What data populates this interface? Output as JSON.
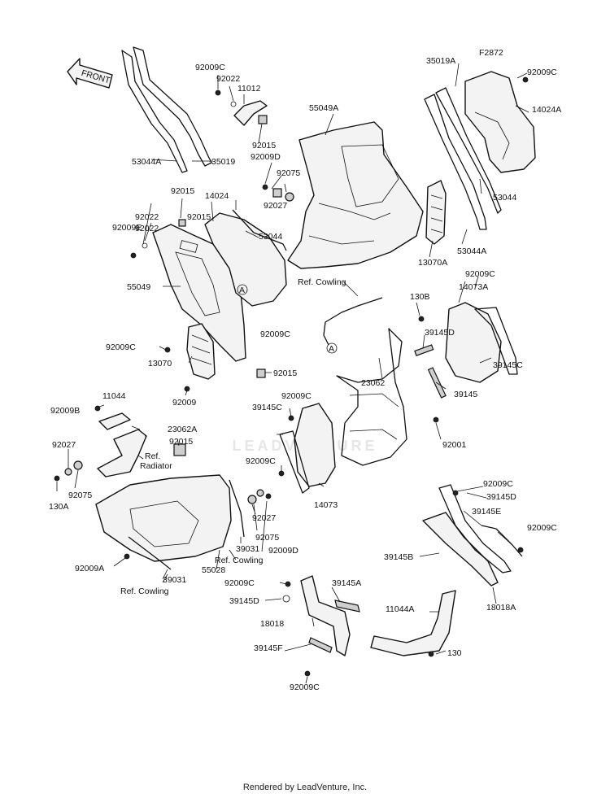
{
  "diagram_code": "F2872",
  "front_marker": "FRONT",
  "circle_ref": "A",
  "watermark": "LEADVENTURE",
  "footer": "Rendered by LeadVenture, Inc.",
  "labels": {
    "l_92009C_a": "92009C",
    "l_92022_a": "92022",
    "l_11012": "11012",
    "l_92015_a": "92015",
    "l_92009D_a": "92009D",
    "l_53044A_a": "53044A",
    "l_35019": "35019",
    "l_55049A": "55049A",
    "l_92075_a": "92075",
    "l_92027_a": "92027",
    "l_35019A": "35019A",
    "l_92009C_b": "92009C",
    "l_14024A": "14024A",
    "l_53044_a": "53044",
    "l_53044A_b": "53044A",
    "l_13070A": "13070A",
    "l_92015_b": "92015",
    "l_14024": "14024",
    "l_92022_b": "92022",
    "l_92015_c": "92015",
    "l_92009E": "92009E",
    "l_92022_c": "92022",
    "l_53044_b": "53044",
    "l_55049": "55049",
    "l_92009C_c": "92009C",
    "l_92009C_d": "92009C",
    "l_13070": "13070",
    "l_92015_d": "92015",
    "l_92009_a": "92009",
    "l_ref_cowling_a": "Ref. Cowling",
    "l_130B": "130B",
    "l_92009C_e": "92009C",
    "l_14073A": "14073A",
    "l_39145D_a": "39145D",
    "l_39145C_a": "39145C",
    "l_39145": "39145",
    "l_23062": "23062",
    "l_39145C_b": "39145C",
    "l_92009C_f": "92009C",
    "l_92001": "92001",
    "l_14073": "14073",
    "l_92009C_g": "92009C",
    "l_11044": "11044",
    "l_92009B": "92009B",
    "l_23062A": "23062A",
    "l_92027_b": "92027",
    "l_92015_e": "92015",
    "l_ref_radiator_1": "Ref.",
    "l_ref_radiator_2": "Radiator",
    "l_92075_b": "92075",
    "l_130A": "130A",
    "l_92027_c": "92027",
    "l_92075_c": "92075",
    "l_92009D_b": "92009D",
    "l_39031_a": "39031",
    "l_ref_cowling_b": "Ref. Cowling",
    "l_55028": "55028",
    "l_92009A": "92009A",
    "l_39031_b": "39031",
    "l_ref_cowling_c": "Ref. Cowling",
    "l_92009C_h": "92009C",
    "l_39145D_b": "39145D",
    "l_39145E": "39145E",
    "l_92009C_i": "92009C",
    "l_39145B": "39145B",
    "l_18018A": "18018A",
    "l_92009C_j": "92009C",
    "l_39145A": "39145A",
    "l_39145D_c": "39145D",
    "l_11044A": "11044A",
    "l_18018": "18018",
    "l_39145F": "39145F",
    "l_130": "130",
    "l_92009C_k": "92009C"
  }
}
